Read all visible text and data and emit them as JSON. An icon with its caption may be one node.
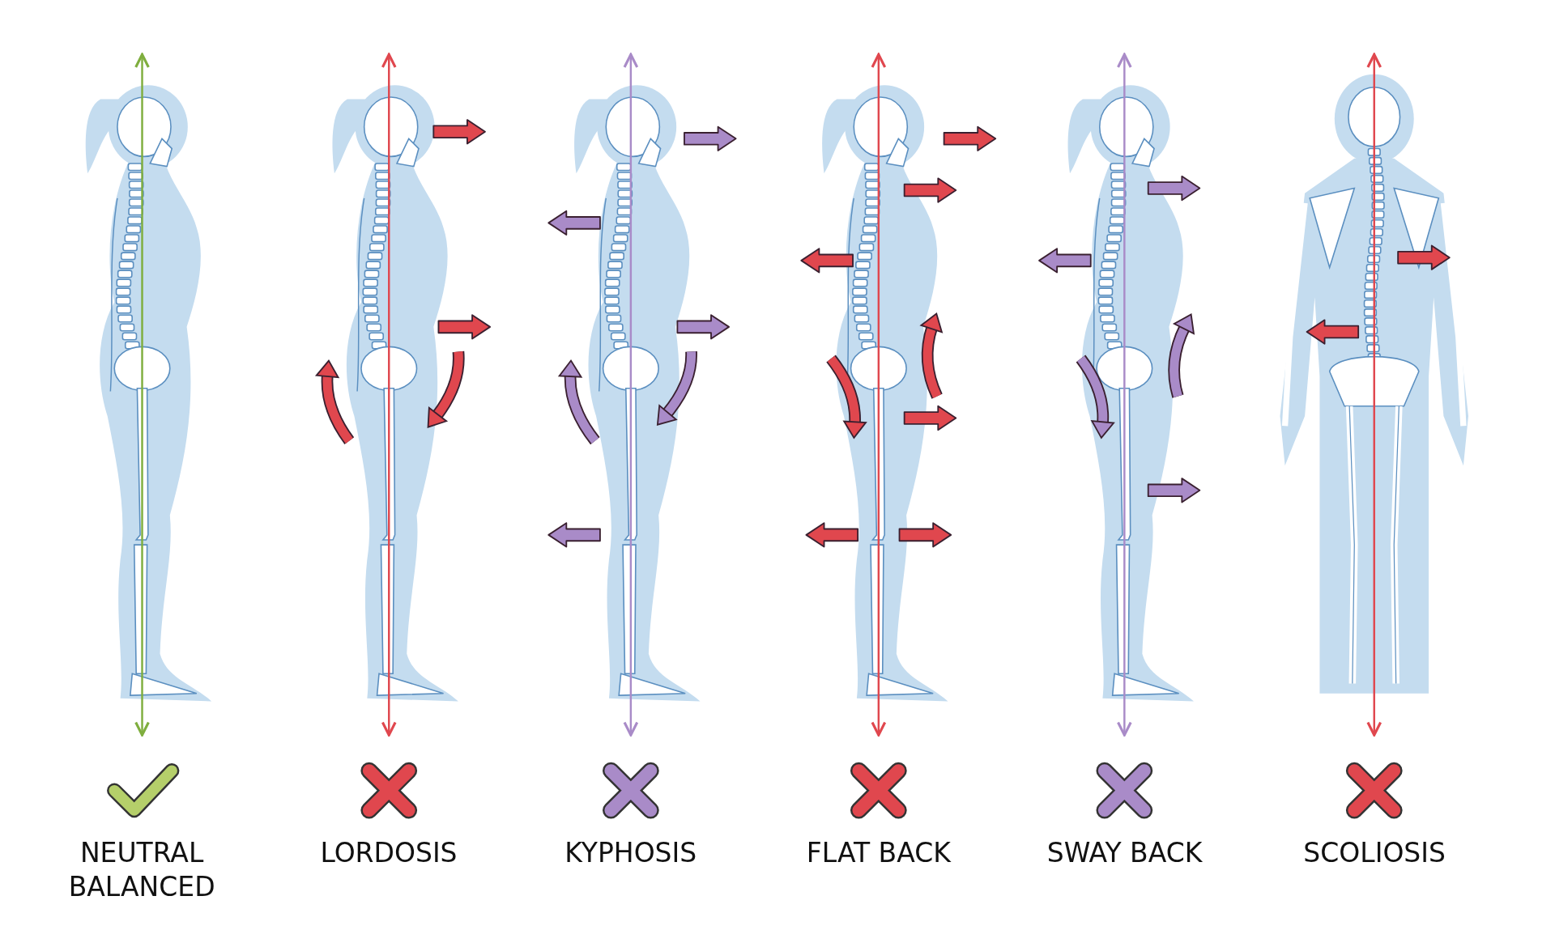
{
  "diagram": {
    "labels": [
      "NEUTRAL BALANCED",
      "LORDOSIS",
      "KYPHOSIS",
      "FLAT BACK",
      "SWAY BACK",
      "SCOLIOSIS"
    ]
  }
}
